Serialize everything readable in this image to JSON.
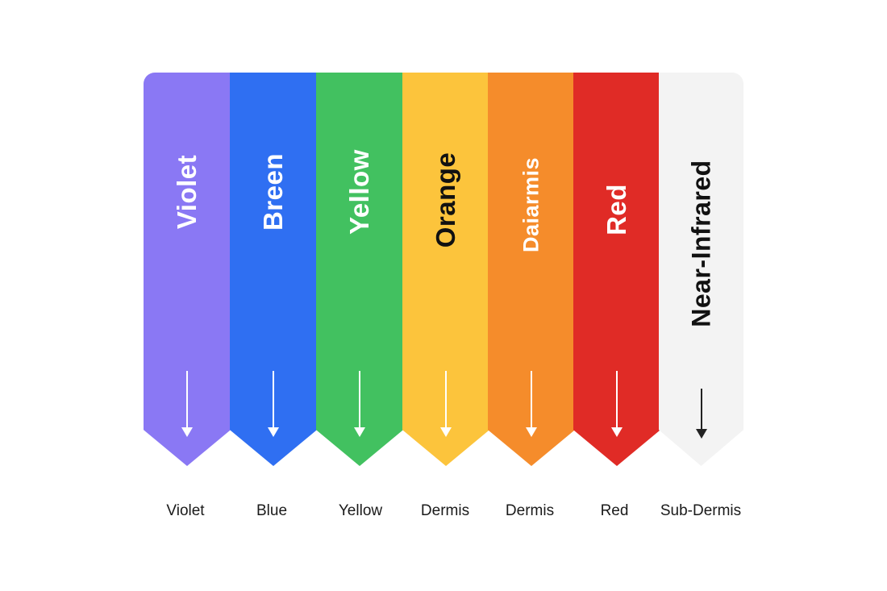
{
  "bands": [
    {
      "label": "Violet",
      "bottom_label": "Violet",
      "color": "#8a78f4",
      "text_color": "#ffffff",
      "arrow_color": "#ffffff"
    },
    {
      "label": "Breen",
      "bottom_label": "Blue",
      "color": "#2f6ff2",
      "text_color": "#ffffff",
      "arrow_color": "#ffffff"
    },
    {
      "label": "Yellow",
      "bottom_label": "Yellow",
      "color": "#42c160",
      "text_color": "#ffffff",
      "arrow_color": "#ffffff"
    },
    {
      "label": "Orange",
      "bottom_label": "Dermis",
      "color": "#fcc43c",
      "text_color": "#111111",
      "arrow_color": "#ffffff"
    },
    {
      "label": "Daiarmis",
      "bottom_label": "Dermis",
      "color": "#f58c2b",
      "text_color": "#ffffff",
      "arrow_color": "#ffffff"
    },
    {
      "label": "Red",
      "bottom_label": "Red",
      "color": "#e02b26",
      "text_color": "#ffffff",
      "arrow_color": "#ffffff"
    },
    {
      "label": "Near-Infrared",
      "bottom_label": "Sub-Dermis",
      "color": "#f3f3f3",
      "text_color": "#111111",
      "arrow_color": "#222222"
    }
  ]
}
